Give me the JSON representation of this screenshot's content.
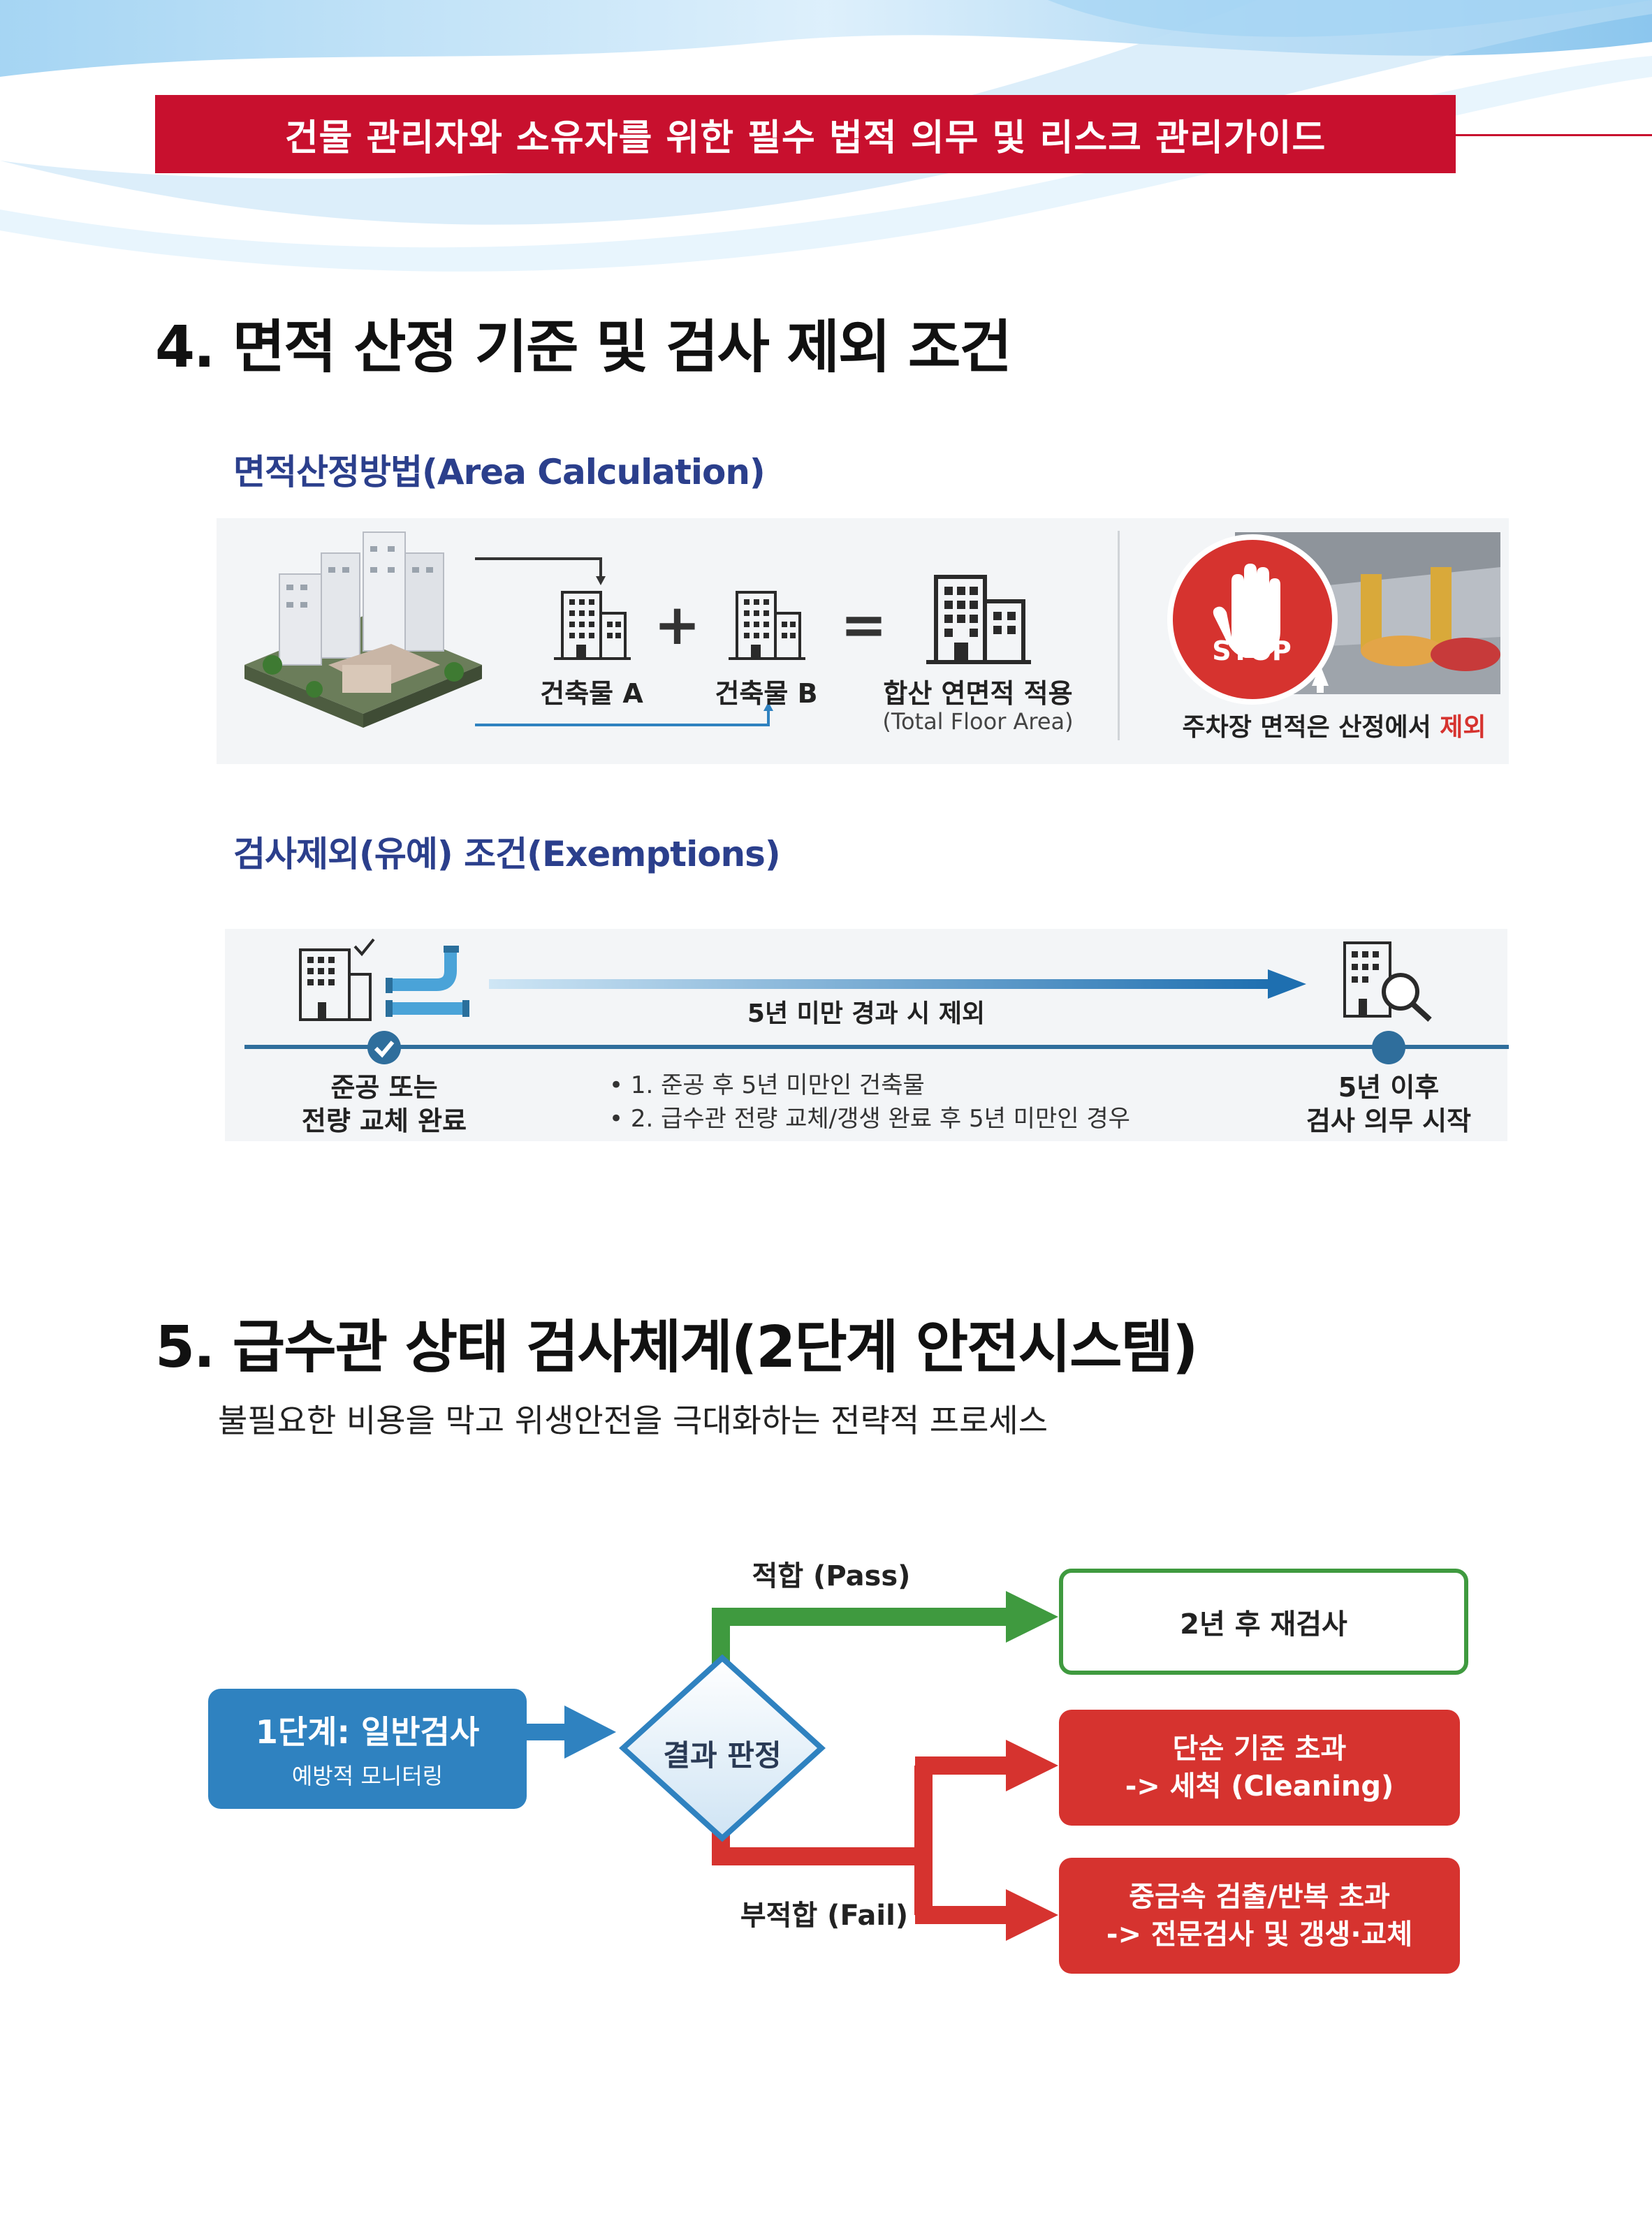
{
  "header": {
    "banner": "건물 관리자와 소유자를 위한 필수 법적 의무 및 리스크 관리가이드"
  },
  "section4": {
    "title": "4. 면적 산정 기준 및 검사 제외 조건",
    "area": {
      "heading": "면적산정방법(Area Calculation)",
      "building_a": "건축물 A",
      "building_b": "건축물 B",
      "plus": "+",
      "equals": "=",
      "total_label": "합산 연면적 적용",
      "total_sub": "(Total Floor Area)",
      "stop_text": "STOP",
      "parking_text": "주차장 면적은 산정에서 ",
      "parking_emph": "제외"
    },
    "exemptions": {
      "heading": "검사제외(유예) 조건(Exemptions)",
      "arrow_label": "5년 미만 경과 시 제외",
      "start_label_1": "준공 또는",
      "start_label_2": "전량 교체 완료",
      "bullets": [
        "• 1. 준공 후 5년 미만인 건축물",
        "• 2. 급수관 전량 교체/갱생 완료 후 5년 미만인 경우"
      ],
      "end_label_1": "5년 이후",
      "end_label_2": "검사 의무 시작"
    }
  },
  "section5": {
    "title": "5. 급수관 상태 검사체계(2단계 안전시스템)",
    "subtitle": "불필요한 비용을 막고 위생안전을 극대화하는 전략적 프로세스",
    "stage1_title": "1단계: 일반검사",
    "stage1_sub": "예방적 모니터링",
    "decision": "결과 판정",
    "pass_label": "적합 (Pass)",
    "fail_label": "부적합 (Fail)",
    "pass_result": "2년 후 재검사",
    "fail_result_1_line1": "단순 기준 초과",
    "fail_result_1_line2": "-> 세척 (Cleaning)",
    "fail_result_2_line1": "중금속 검출/반복 초과",
    "fail_result_2_line2": "-> 전문검사 및 갱생·교체"
  },
  "colors": {
    "banner_red": "#c8102e",
    "heading_blue": "#2b3f8c",
    "pass_green": "#3f9a3f",
    "fail_red": "#d6332f",
    "stage_blue": "#2f82c0"
  }
}
